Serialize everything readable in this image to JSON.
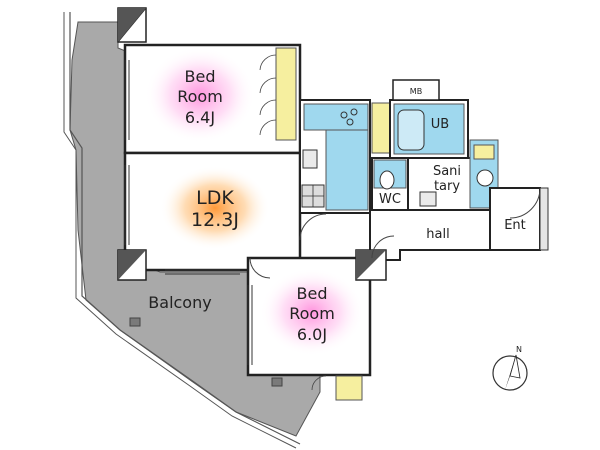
{
  "rooms": {
    "bedroom_1": {
      "name_line1": "Bed",
      "name_line2": "Room",
      "size": "6.4J"
    },
    "ldk": {
      "name": "LDK",
      "size": "12.3J"
    },
    "bedroom_2": {
      "name_line1": "Bed",
      "name_line2": "Room",
      "size": "6.0J"
    },
    "unit_bath": {
      "name": "UB"
    },
    "sanitary": {
      "name_line1": "Sani",
      "name_line2": "tary"
    },
    "wc": {
      "name": "WC"
    },
    "hall": {
      "name": "hall"
    },
    "entrance": {
      "name": "Ent"
    },
    "balcony": {
      "name": "Balcony"
    },
    "meter_box": {
      "name": "MB"
    }
  },
  "compass": {
    "label": "N"
  },
  "colors": {
    "wet_area": "#9fd8ee",
    "closet": "#f6ef9f",
    "balcony": "#a9a9a9",
    "bedroom_glow": "#ff9adf",
    "ldk_glow": "#ffa64d"
  }
}
